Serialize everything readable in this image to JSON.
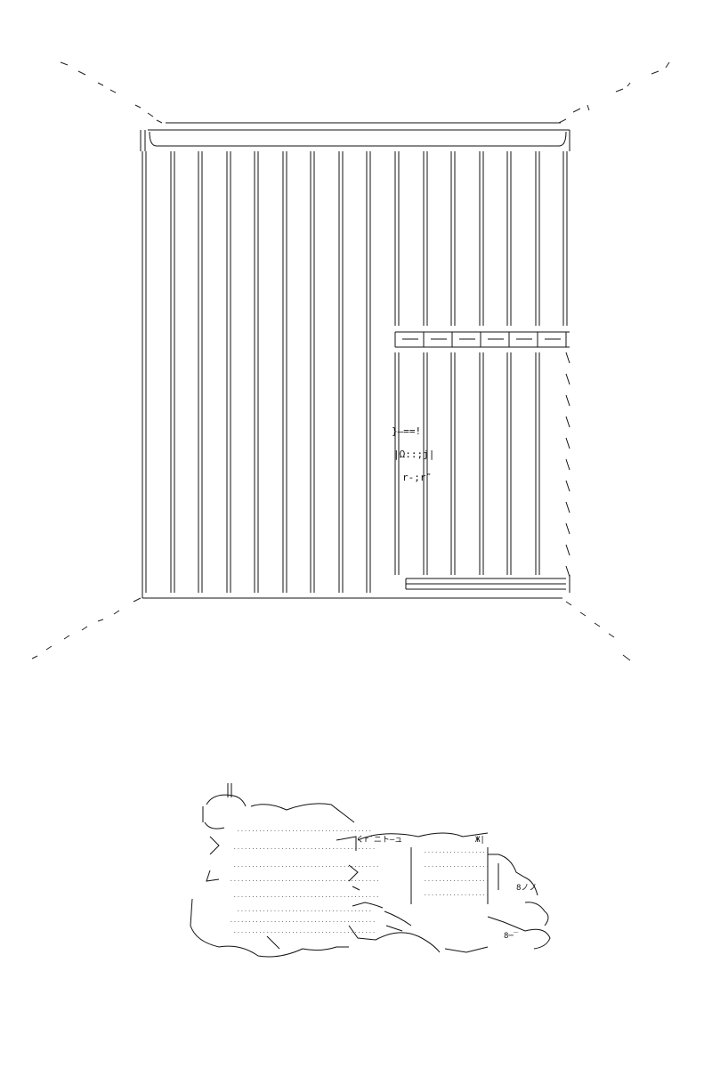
{
  "cell_art": {
    "face_lines": [
      "}—==!",
      "|Ω::;j|",
      "r‐;r″"
    ]
  },
  "sleeper_art": {
    "lines": [
      "くr´ニト―ュ",
      "Ж|"
    ],
    "tags": [
      "8ノノ",
      "8─‾"
    ]
  }
}
